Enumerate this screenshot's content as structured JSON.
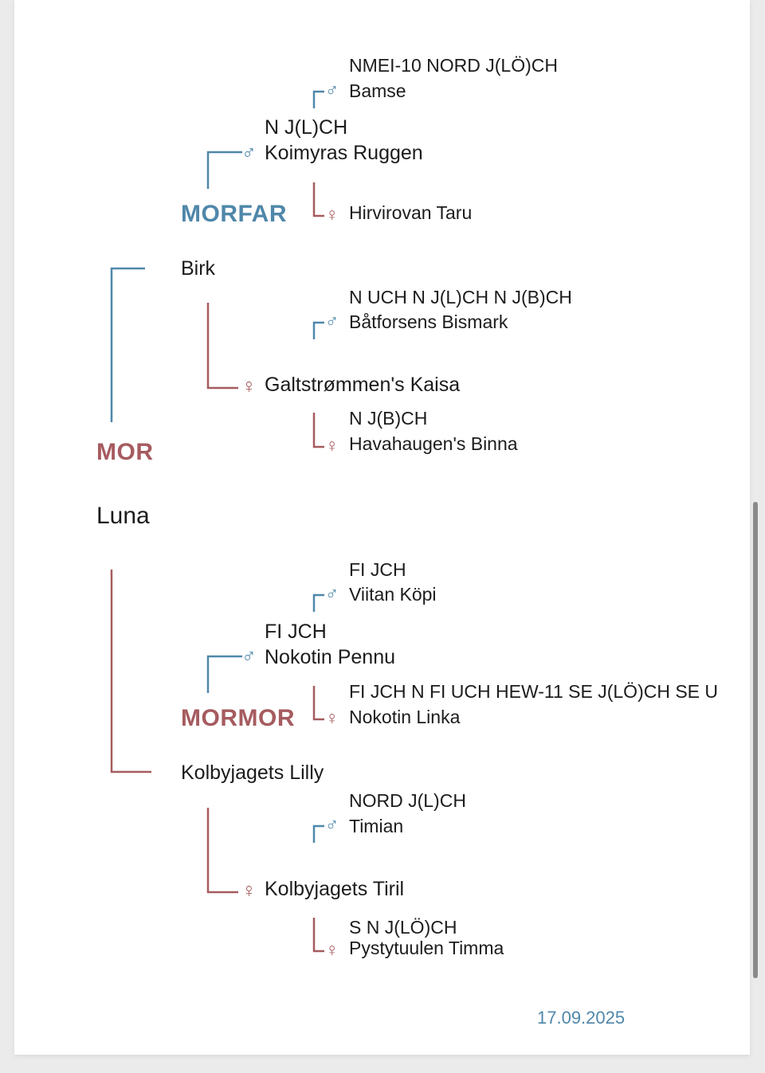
{
  "colors": {
    "male": "#4f87aa",
    "female": "#a65b5f",
    "date": "#4f87aa"
  },
  "icons": {
    "male": "♂",
    "female": "♀",
    "male_icon_name": "male-symbol-icon",
    "female_icon_name": "female-symbol-icon"
  },
  "mor": {
    "header": "MOR",
    "name": "Luna",
    "morfar": {
      "header": "MORFAR",
      "name": "Birk",
      "father": {
        "title": "N J(L)CH",
        "name": "Koimyras Ruggen",
        "father": {
          "title": "NMEI-10 NORD J(LÖ)CH",
          "name": "Bamse"
        },
        "mother": {
          "title": "",
          "name": "Hirvirovan Taru"
        }
      },
      "mother": {
        "title": "",
        "name": "Galtstrømmen's Kaisa",
        "father": {
          "title": "N UCH N J(L)CH N J(B)CH",
          "name": "Båtforsens Bismark"
        },
        "mother": {
          "title": "N J(B)CH",
          "name": "Havahaugen's Binna"
        }
      }
    },
    "mormor": {
      "header": "MORMOR",
      "name": "Kolbyjagets Lilly",
      "father": {
        "title": "FI JCH",
        "name": "Nokotin Pennu",
        "father": {
          "title": "FI JCH",
          "name": "Viitan Köpi"
        },
        "mother": {
          "title": "FI JCH N FI UCH HEW-11 SE J(LÖ)CH SE U",
          "name": "Nokotin Linka"
        }
      },
      "mother": {
        "title": "",
        "name": "Kolbyjagets Tiril",
        "father": {
          "title": "NORD J(L)CH",
          "name": "Timian"
        },
        "mother": {
          "title": "S N J(LÖ)CH",
          "name": "Pystytuulen Timma"
        }
      }
    }
  },
  "footer": {
    "date": "17.09.2025"
  }
}
